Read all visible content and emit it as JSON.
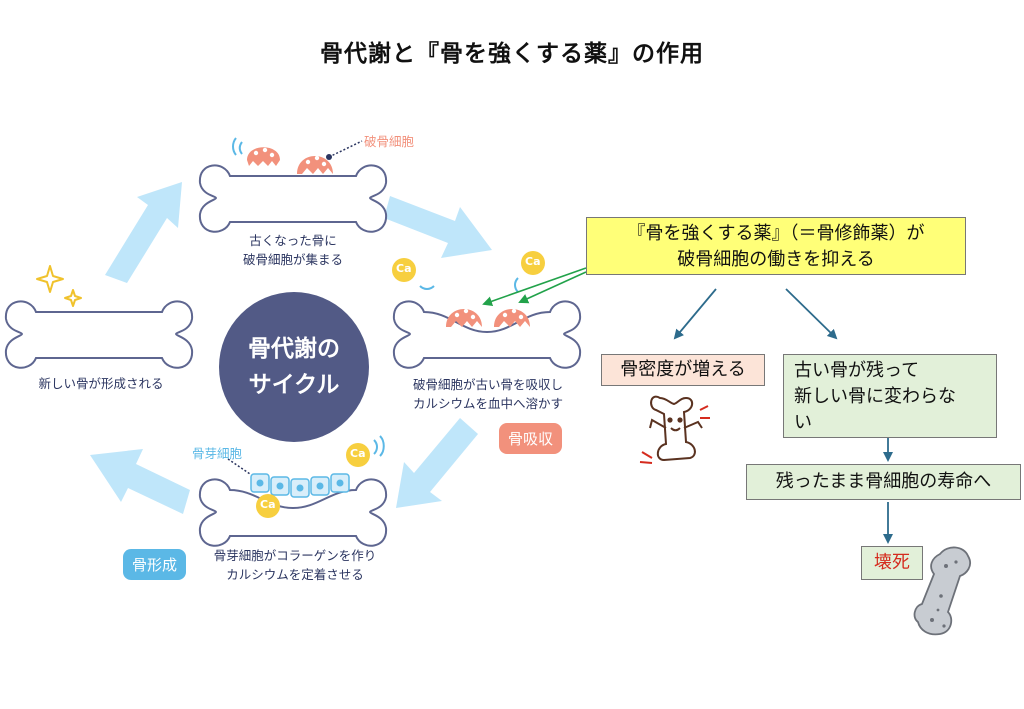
{
  "title": "骨代謝と『骨を強くする薬』の作用",
  "cycle": {
    "center_line1": "骨代謝の",
    "center_line2": "サイクル",
    "top_caption_1": "古くなった骨に",
    "top_caption_2": "破骨細胞が集まる",
    "osteoclast_label": "破骨細胞",
    "right_caption_1": "破骨細胞が古い骨を吸収し",
    "right_caption_2": "カルシウムを血中へ溶かす",
    "resorption_badge": "骨吸収",
    "bottom_caption_1": "骨芽細胞がコラーゲンを作り",
    "bottom_caption_2": "カルシウムを定着させる",
    "osteoblast_label": "骨芽細胞",
    "formation_badge": "骨形成",
    "left_caption": "新しい骨が形成される",
    "ca_label": "Ca"
  },
  "flow": {
    "drug_line1": "『骨を強くする薬』（＝骨修飾薬）が",
    "drug_line2": "破骨細胞の働きを抑える",
    "density": "骨密度が増える",
    "remain_line1": "古い骨が残って",
    "remain_line2": "新しい骨に変わらな",
    "remain_line3": "い",
    "lifespan": "残ったまま骨細胞の寿命へ",
    "necrosis": "壊死"
  },
  "colors": {
    "osteoclast": "#f2917c",
    "osteoblast": "#5bb8e6",
    "cycle_arrow": "#bfe6fa",
    "center": "#525a86",
    "drug_box": "#ffff78",
    "pink_box": "#fce4d8",
    "green_box": "#e2f0d9",
    "necrosis_text": "#d52b1e",
    "calcium": "#f7cf3f"
  }
}
